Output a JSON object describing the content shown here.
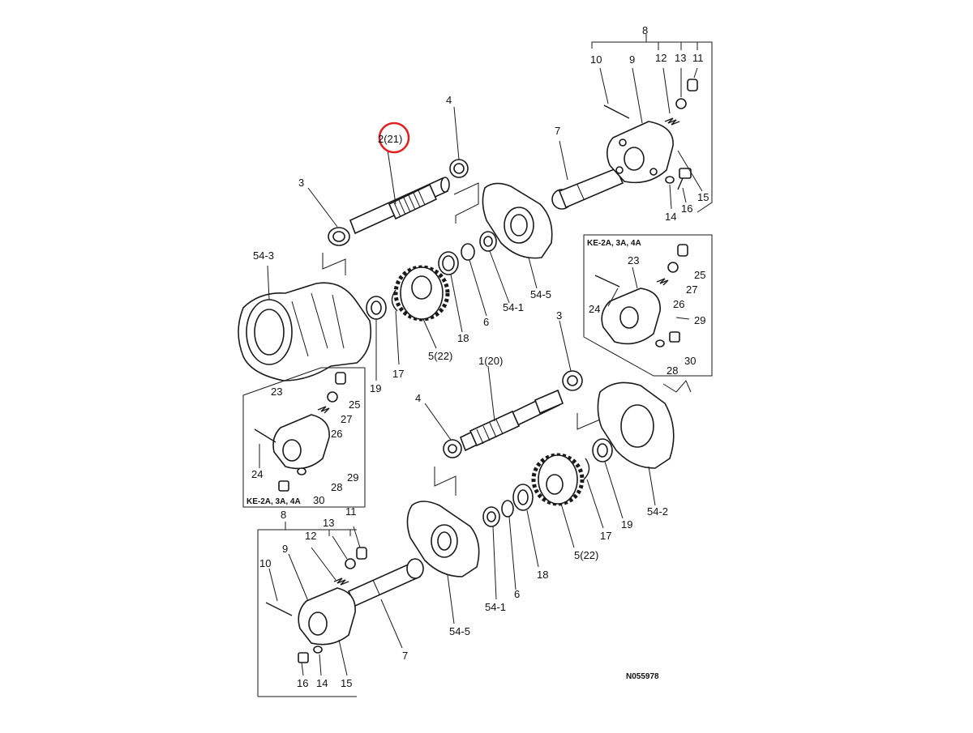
{
  "diagram": {
    "drawing_code": "N055978",
    "inset_caption": "KE-2A, 3A, 4A",
    "highlight_color": "#e02020",
    "highlight_label": "2(21)",
    "labels": {
      "l8a": "8",
      "l10a": "10",
      "l9a": "9",
      "l12a": "12",
      "l13a": "13",
      "l11a": "11",
      "l7a": "7",
      "l15a": "15",
      "l14a": "14",
      "l16a": "16",
      "l4a": "4",
      "l3a": "3",
      "l54_3": "54-3",
      "l54_5a": "54-5",
      "l54_1a": "54-1",
      "l6a": "6",
      "l18a": "18",
      "l5a": "5(22)",
      "l17a": "17",
      "l19a": "19",
      "l23a": "23",
      "l25a": "25",
      "l27a": "27",
      "l24a": "24",
      "l26a": "26",
      "l29a": "29",
      "l30a": "30",
      "l28a": "28",
      "l3b": "3",
      "l1b": "1(20)",
      "l4b": "4",
      "l23b": "23",
      "l25b": "25",
      "l27b": "27",
      "l26b": "26",
      "l24b": "24",
      "l29b": "29",
      "l28b": "28",
      "l30b": "30",
      "l54_2": "54-2",
      "l19b": "19",
      "l17b": "17",
      "l5b": "5(22)",
      "l18b": "18",
      "l6b": "6",
      "l54_1b": "54-1",
      "l54_5b": "54-5",
      "l8b": "8",
      "l11b": "11",
      "l13b": "13",
      "l12b": "12",
      "l9b": "9",
      "l10b": "10",
      "l7b": "7",
      "l16b": "16",
      "l14b": "14",
      "l15b": "15"
    }
  }
}
